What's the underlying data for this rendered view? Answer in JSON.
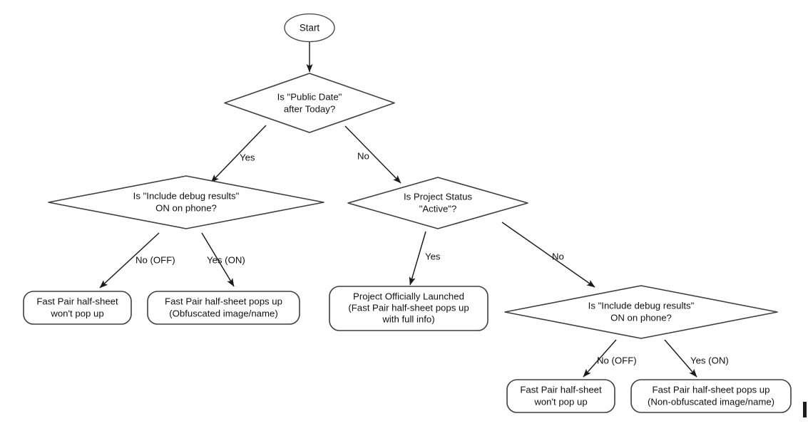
{
  "diagram": {
    "title": "Fast Pair half-sheet visibility decision flow",
    "background_color": "#ffffff",
    "stroke_color": "#3f3f3f",
    "text_color": "#111111",
    "nodes": {
      "start": {
        "type": "terminator-ellipse",
        "label": "Start"
      },
      "decision_public_date": {
        "type": "decision",
        "line1": "Is \"Public Date\"",
        "line2": "after Today?"
      },
      "decision_debug_left": {
        "type": "decision",
        "line1": "Is \"Include debug results\"",
        "line2": "ON on phone?"
      },
      "decision_project_status": {
        "type": "decision",
        "line1": "Is Project Status",
        "line2": "\"Active\"?"
      },
      "decision_debug_right": {
        "type": "decision",
        "line1": "Is \"Include debug results\"",
        "line2": "ON on phone?"
      },
      "outcome_left_off": {
        "type": "rounded-box",
        "line1": "Fast Pair half-sheet",
        "line2": "won't pop up"
      },
      "outcome_left_on": {
        "type": "rounded-box",
        "line1": "Fast Pair half-sheet pops up",
        "line2": "(Obfuscated image/name)"
      },
      "outcome_launched": {
        "type": "rounded-box",
        "line1": "Project Officially Launched",
        "line2": "(Fast Pair half-sheet pops up",
        "line3": "with full info)"
      },
      "outcome_right_off": {
        "type": "rounded-box",
        "line1": "Fast Pair half-sheet",
        "line2": "won't pop up"
      },
      "outcome_right_on": {
        "type": "rounded-box",
        "line1": "Fast Pair half-sheet pops up",
        "line2": "(Non-obfuscated image/name)"
      }
    },
    "edge_labels": {
      "public_date_yes": "Yes",
      "public_date_no": "No",
      "debug_left_no": "No (OFF)",
      "debug_left_yes": "Yes (ON)",
      "project_status_yes": "Yes",
      "project_status_no": "No",
      "debug_right_no": "No (OFF)",
      "debug_right_yes": "Yes (ON)"
    }
  }
}
